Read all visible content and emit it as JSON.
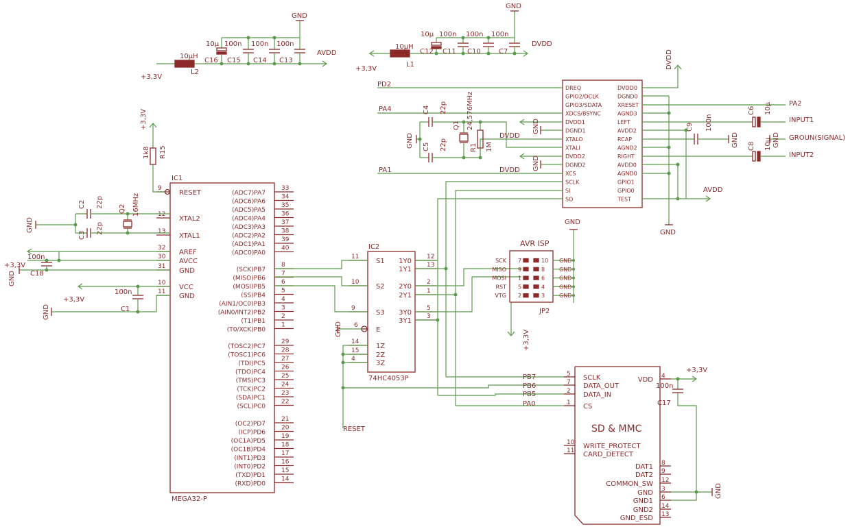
{
  "labels": {
    "gnd": "GND",
    "vcc33": "+3,3V",
    "avdd": "AVDD",
    "dvdd": "DVDD",
    "c16": "C16",
    "c15": "C15",
    "c14": "C14",
    "c13": "C13",
    "c12": "C12",
    "c11": "C11",
    "c10": "C10",
    "c7": "C7",
    "l2": "L2",
    "l1": "L1",
    "l_val": "10µH",
    "c10u": "10µ",
    "c100n": "100n",
    "c22p": "22p",
    "c1m": "1M",
    "ic1": "IC1",
    "ic1_name": "MEGA32-P",
    "ic2": "IC2",
    "ic2_name": "74HC4053P",
    "r15": "R15",
    "r15_val": "1k8",
    "r1": "R1",
    "q1": "Q1",
    "q1_val": "24,576MHz",
    "q2": "Q2",
    "q2_val": "16MHz",
    "c1": "C1",
    "c2": "C2",
    "c3": "C3",
    "c4": "C4",
    "c5": "C5",
    "c6": "C6",
    "c8": "C8",
    "c9": "C9",
    "c17": "C17",
    "c18": "C18",
    "avr_isp": "AVR ISP",
    "jp2": "JP2",
    "sdmmc": "SD & MMC",
    "pd2": "PD2",
    "pa4": "PA4",
    "pa1": "PA1",
    "pa2": "PA2",
    "input1": "INPUT1",
    "input2": "INPUT2",
    "groun_signal": "GROUN(SIGNAL)",
    "reset_net": "RESET",
    "pb7": "PB7",
    "pb6": "PB6",
    "pb5": "PB5",
    "pa0": "PA0"
  },
  "ic1": {
    "left_pins": [
      {
        "name": "RESET",
        "num": "9"
      },
      {
        "name": "XTAL2",
        "num": "12"
      },
      {
        "name": "XTAL1",
        "num": "13"
      },
      {
        "name": "AREF",
        "num": "32"
      },
      {
        "name": "AVCC",
        "num": "30"
      },
      {
        "name": "GND",
        "num": "31"
      },
      {
        "name": "VCC",
        "num": "10"
      },
      {
        "name": "GND",
        "num": "11"
      }
    ],
    "right_pins": [
      {
        "name": "(ADC7)PA7",
        "num": "33"
      },
      {
        "name": "(ADC6)PA6",
        "num": "34"
      },
      {
        "name": "(ADC5)PA5",
        "num": "35"
      },
      {
        "name": "(ADC4)PA4",
        "num": "36"
      },
      {
        "name": "(ADC3)PA3",
        "num": "37"
      },
      {
        "name": "(ADC2)PA2",
        "num": "38"
      },
      {
        "name": "(ADC1)PA1",
        "num": "39"
      },
      {
        "name": "(ADC0)PA0",
        "num": "40"
      },
      {
        "name": "(SCK)PB7",
        "num": "8"
      },
      {
        "name": "(MISO)PB6",
        "num": "7"
      },
      {
        "name": "(MOSI)PB5",
        "num": "6"
      },
      {
        "name": "(SS)PB4",
        "num": "5"
      },
      {
        "name": "(AIN1/OC0)PB3",
        "num": "4"
      },
      {
        "name": "(AIN0/INT2)PB2",
        "num": "3"
      },
      {
        "name": "(T1)PB1",
        "num": "2"
      },
      {
        "name": "(T0/XCK)PB0",
        "num": "1"
      },
      {
        "name": "(TOSC2)PC7",
        "num": "29"
      },
      {
        "name": "(TOSC1)PC6",
        "num": "28"
      },
      {
        "name": "(TDI)PC5",
        "num": "27"
      },
      {
        "name": "(TDO)PC4",
        "num": "26"
      },
      {
        "name": "(TMS)PC3",
        "num": "25"
      },
      {
        "name": "(TCK)PC2",
        "num": "24"
      },
      {
        "name": "(SDA)PC1",
        "num": "23"
      },
      {
        "name": "(SCL)PC0",
        "num": "22"
      },
      {
        "name": "(OC2)PD7",
        "num": "21"
      },
      {
        "name": "(ICP)PD6",
        "num": "20"
      },
      {
        "name": "(OC1A)PD5",
        "num": "19"
      },
      {
        "name": "(OC1B)PD4",
        "num": "18"
      },
      {
        "name": "(INT1)PD3",
        "num": "17"
      },
      {
        "name": "(INT0)PD2",
        "num": "16"
      },
      {
        "name": "(TXD)PD1",
        "num": "15"
      },
      {
        "name": "(RXD)PD0",
        "num": "14"
      }
    ]
  },
  "ic2": {
    "left_pins": [
      {
        "name": "S1",
        "num": "11"
      },
      {
        "name": "S2",
        "num": "10"
      },
      {
        "name": "S3",
        "num": "9"
      },
      {
        "name": "E",
        "num": "6"
      },
      {
        "name": "1Z",
        "num": "14"
      },
      {
        "name": "2Z",
        "num": "15"
      },
      {
        "name": "3Z",
        "num": "4"
      }
    ],
    "right_pins": [
      {
        "name": "1Y0",
        "num": "12"
      },
      {
        "name": "1Y1",
        "num": "13"
      },
      {
        "name": "2Y0",
        "num": "2"
      },
      {
        "name": "2Y1",
        "num": "1"
      },
      {
        "name": "3Y0",
        "num": "5"
      },
      {
        "name": "3Y1",
        "num": "3"
      }
    ]
  },
  "vs": {
    "left_pins": [
      "DREQ",
      "GPIO2/DCLK",
      "GPIO3/SDATA",
      "XDCS/BSYNC",
      "DVDD1",
      "DGND1",
      "XTALO",
      "XTALI",
      "DVDD2",
      "DGND2",
      "XCS",
      "SCLK",
      "SI",
      "SO"
    ],
    "right_pins": [
      "DVDD0",
      "DGND0",
      "XRESET",
      "AGND3",
      "LEFT",
      "AVDD2",
      "RCAP",
      "AGND2",
      "RIGHT",
      "AVDD0",
      "AGND0",
      "GPIO1",
      "GPIO0",
      "TEST"
    ]
  },
  "isp": {
    "left_labels": [
      "SCK",
      "MISO",
      "MOSI",
      "RST",
      "VTG"
    ],
    "left_nums": [
      "7",
      "9",
      "1",
      "5",
      "2"
    ],
    "right_nums": [
      "10",
      "8",
      "6",
      "4",
      "3"
    ],
    "right_labels": [
      "GND",
      "GND",
      "GND",
      "GND",
      "GND"
    ]
  },
  "sd": {
    "left_pins": [
      {
        "name": "SCLK",
        "num": "5"
      },
      {
        "name": "DATA_OUT",
        "num": "7"
      },
      {
        "name": "DATA_IN",
        "num": "2"
      },
      {
        "name": "CS",
        "num": "1"
      },
      {
        "name": "WRITE_PROTECT",
        "num": "10"
      },
      {
        "name": "CARD_DETECT",
        "num": "11"
      }
    ],
    "right_pins": [
      {
        "name": "VDD",
        "num": "4"
      },
      {
        "name": "DAT1",
        "num": "8"
      },
      {
        "name": "DAT2",
        "num": "9"
      },
      {
        "name": "COMMON_SW",
        "num": "12"
      },
      {
        "name": "GND",
        "num": "3"
      },
      {
        "name": "GND1",
        "num": "6"
      },
      {
        "name": "GND2",
        "num": "14"
      },
      {
        "name": "GND_ESD",
        "num": "13"
      }
    ]
  }
}
